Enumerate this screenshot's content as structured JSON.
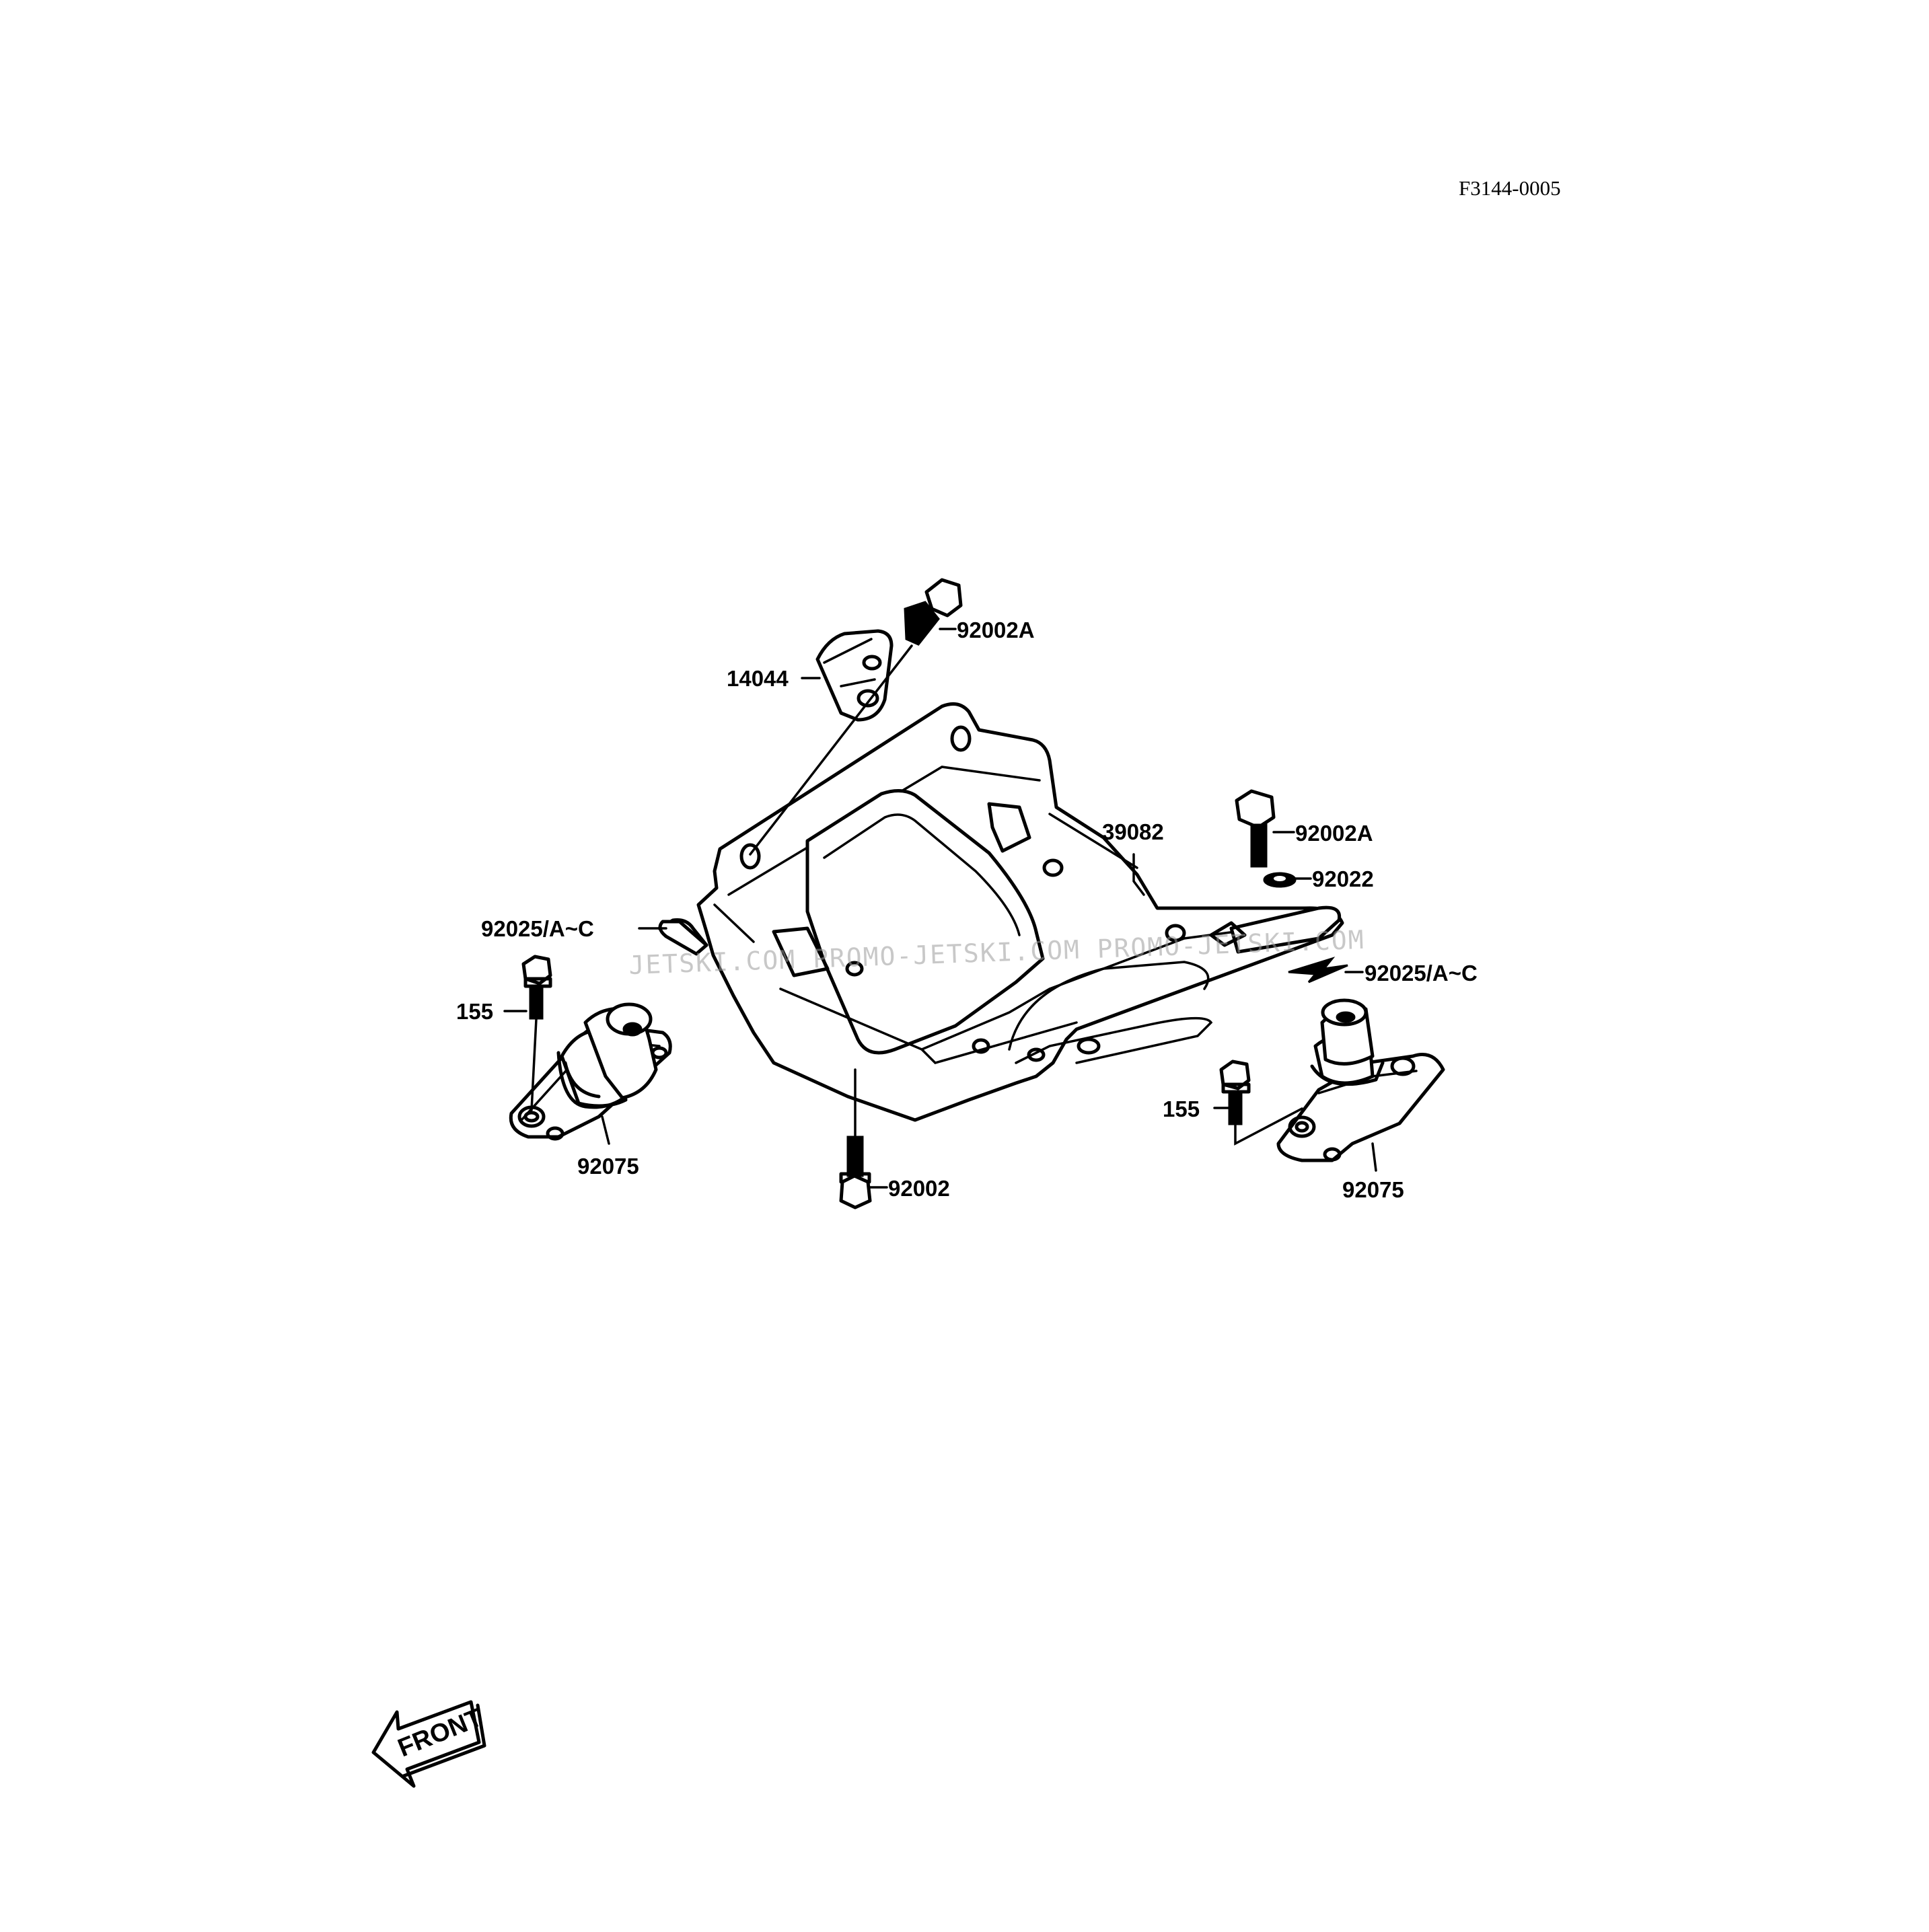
{
  "diagram_code": "F3144-0005",
  "watermark": "JETSKI.COM  PROMO-JETSKI.COM  PROMO-JETSKI.COM",
  "front_label": "FRONT",
  "parts": {
    "bolt_top": "92002A",
    "bracket": "14044",
    "engine_bed": "39082",
    "bolt_right": "92002A",
    "washer": "92022",
    "shim_left": "92025/A~C",
    "shim_right": "92025/A~C",
    "bolt_left_mount": "155",
    "bolt_right_mount": "155",
    "mount_left": "92075",
    "mount_right": "92075",
    "bolt_bottom": "92002"
  }
}
